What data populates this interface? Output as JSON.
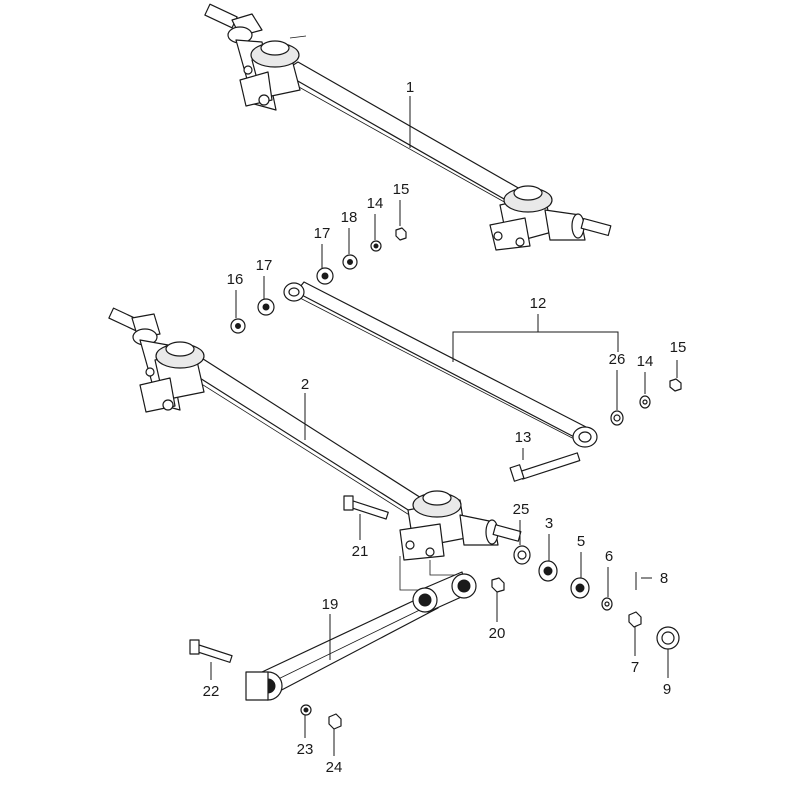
{
  "callouts": {
    "c1": "1",
    "c2": "2",
    "c3": "3",
    "c5": "5",
    "c6": "6",
    "c7": "7",
    "c8": "8",
    "c9": "9",
    "c12": "12",
    "c13": "13",
    "c14a": "14",
    "c14b": "14",
    "c15a": "15",
    "c15b": "15",
    "c16": "16",
    "c17a": "17",
    "c17b": "17",
    "c18": "18",
    "c19": "19",
    "c20": "20",
    "c21": "21",
    "c22": "22",
    "c23": "23",
    "c24": "24",
    "c25": "25",
    "c26": "26"
  }
}
